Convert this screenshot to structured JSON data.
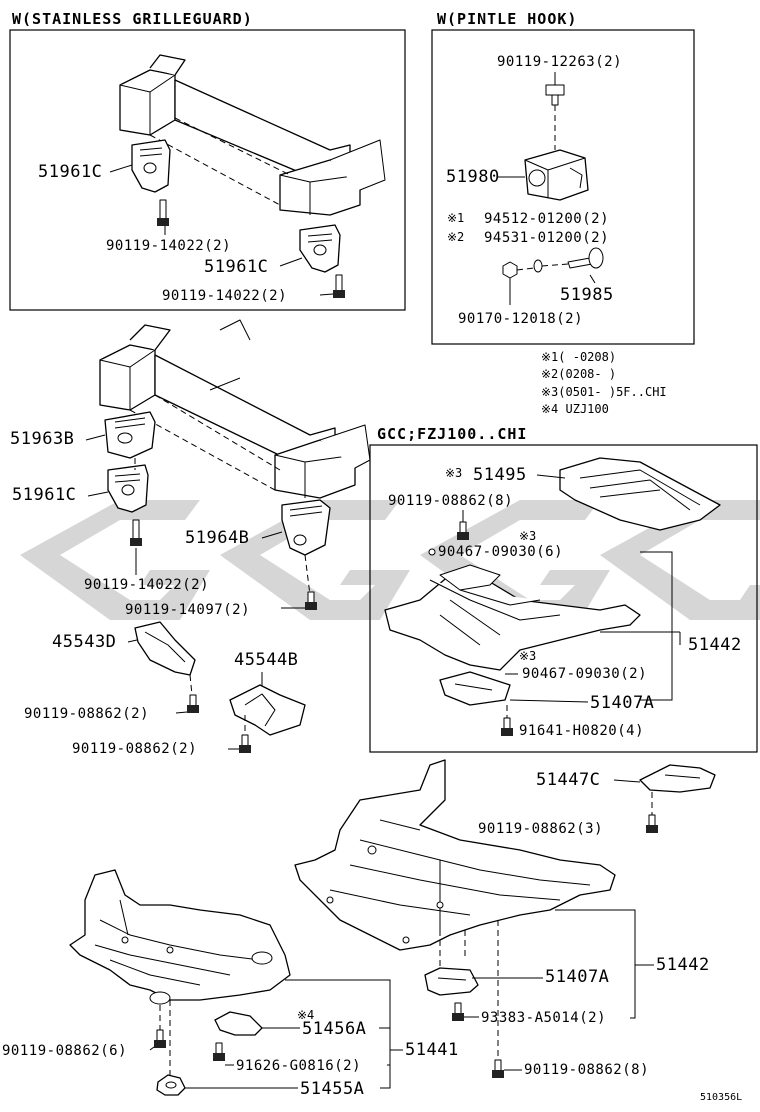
{
  "boxes": {
    "grilleguard": {
      "title": "W(STAINLESS GRILLEGUARD)",
      "labels": [
        "51961C",
        "90119-14022(2)",
        "51961C",
        "90119-14022(2)"
      ]
    },
    "pintle": {
      "title": "W(PINTLE HOOK)",
      "labels": [
        "90119-12263(2)",
        "51980",
        "94512-01200(2)",
        "94531-01200(2)",
        "51985",
        "90170-12018(2)"
      ],
      "marks": [
        "※1",
        "※2"
      ]
    },
    "gcc": {
      "title": "GCC;FZJ100..CHI",
      "labels": [
        "51495",
        "90119-08862(8)",
        "90467-09030(6)",
        "51442",
        "90467-09030(2)",
        "51407A",
        "91641-H0820(4)"
      ],
      "marks": [
        "※3",
        "※3",
        "※3"
      ]
    }
  },
  "notes": [
    "※1(      -0208)",
    "※2(0208-      )",
    "※3(0501-      )5F..CHI",
    "※4 UZJ100"
  ],
  "middle_labels": [
    "51963B",
    "51961C",
    "90119-14022(2)",
    "51964B",
    "90119-14097(2)",
    "45543D",
    "45544B",
    "90119-08862(2)",
    "90119-08862(2)"
  ],
  "bottom_labels": [
    "51447C",
    "90119-08862(3)",
    "51442",
    "51407A",
    "93383-A5014(2)",
    "90119-08862(8)",
    "51456A",
    "91626-G0816(2)",
    "51441",
    "51455A",
    "90119-08862(6)"
  ],
  "bottom_marks": [
    "※4"
  ],
  "diagram_id": "510356L",
  "colors": {
    "ink": "#000000",
    "watermark": "#cfcfcf"
  }
}
